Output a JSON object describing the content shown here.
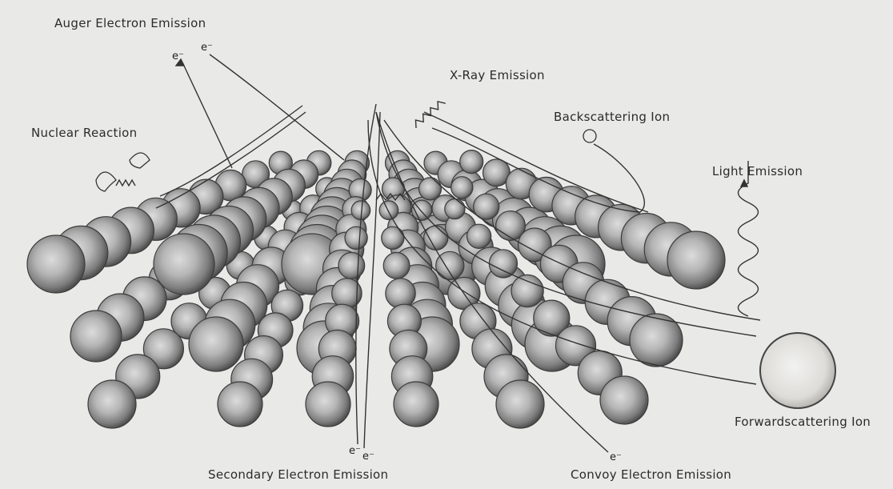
{
  "labels": {
    "auger": "Auger Electron Emission",
    "xray": "X-Ray Emission",
    "nuclear": "Nuclear Reaction",
    "backscatter": "Backscattering Ion",
    "light": "Light Emission",
    "forwardscatter": "Forwardscattering Ion",
    "secondary": "Secondary Electron Emission",
    "convoy": "Convoy Electron Emission",
    "electron": "e⁻"
  },
  "colors": {
    "background": "#e9e9e7",
    "atom_dark": "#4a4a4a",
    "atom_mid": "#8e8e8e",
    "atom_light": "#d9d9d9",
    "line": "#333333"
  }
}
